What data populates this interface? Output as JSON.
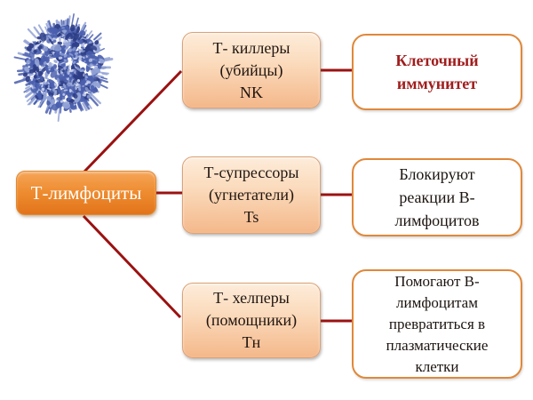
{
  "diagram": {
    "root_label": "Т-лимфоциты",
    "branches": [
      {
        "type_label": "Т- киллеры\n(убийцы)\nNK",
        "result_label": "Клеточный\nиммунитет",
        "result_emphasis": true
      },
      {
        "type_label": "Т-супрессоры\n(угнетатели)\nTs",
        "result_label": "Блокируют\nреакции В-\nлимфоцитов",
        "result_emphasis": false
      },
      {
        "type_label": "Т- хелперы\n(помощники)\nТн",
        "result_label": "Помогают В-\nлимфоцитам\nпревратиться в\nплазматические\nклетки",
        "result_emphasis": false
      }
    ]
  },
  "icons": {
    "cell_image": "t-lymphocyte-micrograph"
  },
  "colors": {
    "connector": "#9b1111",
    "root_fill_top": "#f5a558",
    "root_fill_bottom": "#e2741b",
    "root_text": "#ffffff",
    "type_fill_top": "#fdecda",
    "type_fill_bottom": "#f4b88b",
    "type_border": "#dda175",
    "type_text": "#201510",
    "result_bg": "#ffffff",
    "result_border": "#e0883a",
    "result_text": "#1c1410",
    "result_emphasis_text": "#a01d1d",
    "cell_blue_dark": "#2c3c85",
    "cell_blue_mid": "#4a5fae",
    "cell_blue_light": "#93a3d6",
    "cell_blue_pale": "#c9d2ee"
  }
}
